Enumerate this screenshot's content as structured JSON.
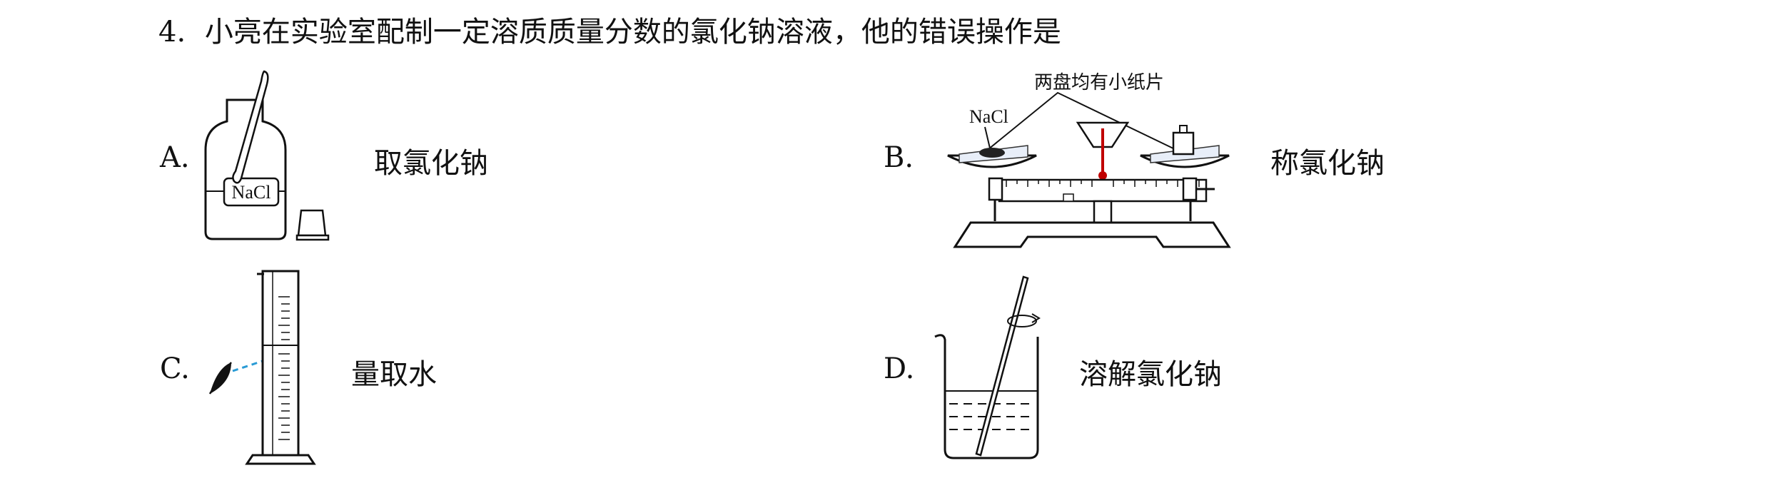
{
  "question": {
    "number": "4.",
    "text": "小亮在实验室配制一定溶质质量分数的氯化钠溶液，他的错误操作是"
  },
  "options": [
    {
      "letter": "A.",
      "label": "取氯化钠",
      "bottle_label": "NaCl"
    },
    {
      "letter": "B.",
      "label": "称氯化钠",
      "pan_note": "两盘均有小纸片",
      "pan_label": "NaCl"
    },
    {
      "letter": "C.",
      "label": "量取水"
    },
    {
      "letter": "D.",
      "label": "溶解氯化钠"
    }
  ]
}
